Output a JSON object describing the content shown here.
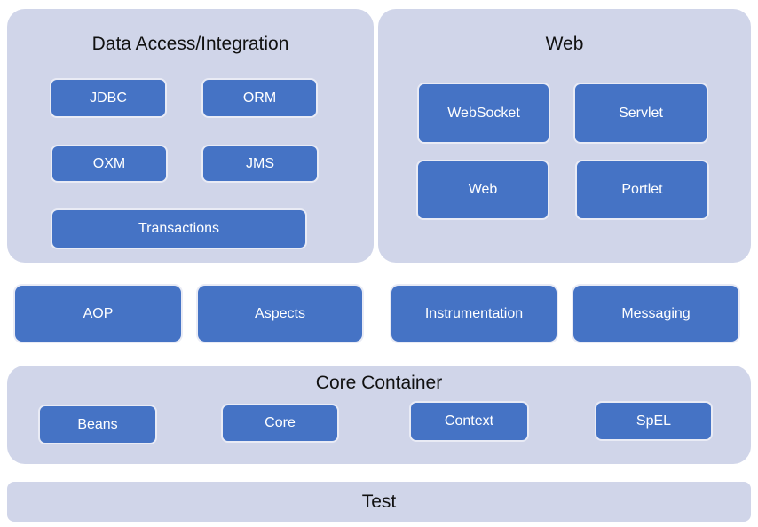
{
  "colors": {
    "page_bg": "#ffffff",
    "container_bg": "#d0d5e9",
    "box_bg": "#4573c5",
    "box_border": "#e9ebf5",
    "title_text": "#111111",
    "box_text": "#ffffff"
  },
  "groups": {
    "data_access": {
      "title": "Data Access/Integration",
      "boxes": [
        {
          "label": "JDBC"
        },
        {
          "label": "ORM"
        },
        {
          "label": "OXM"
        },
        {
          "label": "JMS"
        },
        {
          "label": "Transactions"
        }
      ]
    },
    "web": {
      "title": "Web",
      "boxes": [
        {
          "label": "WebSocket"
        },
        {
          "label": "Servlet"
        },
        {
          "label": "Web"
        },
        {
          "label": "Portlet"
        }
      ]
    },
    "middle_row": {
      "boxes": [
        {
          "label": "AOP"
        },
        {
          "label": "Aspects"
        },
        {
          "label": "Instrumentation"
        },
        {
          "label": "Messaging"
        }
      ]
    },
    "core_container": {
      "title": "Core Container",
      "boxes": [
        {
          "label": "Beans"
        },
        {
          "label": "Core"
        },
        {
          "label": "Context"
        },
        {
          "label": "SpEL"
        }
      ]
    },
    "test": {
      "title": "Test"
    }
  }
}
